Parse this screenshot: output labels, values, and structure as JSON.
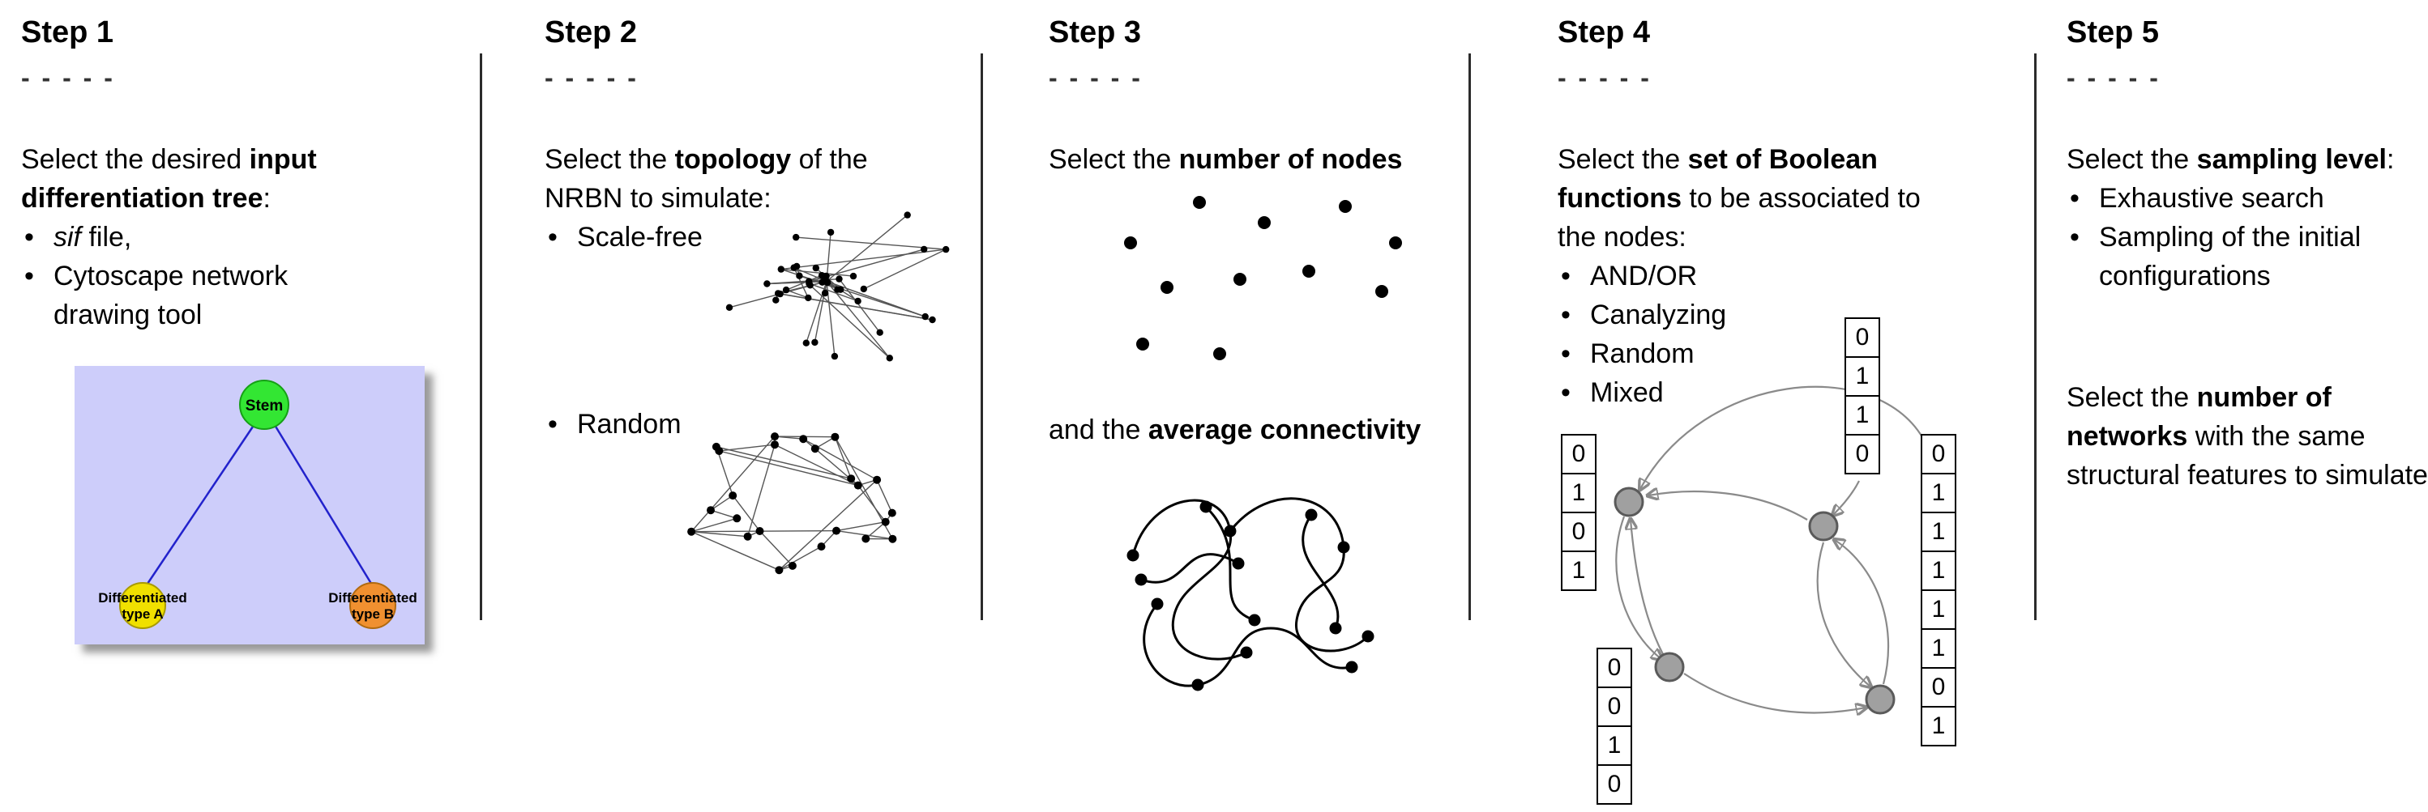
{
  "steps": [
    {
      "title": "Step 1",
      "dashes": "- - - - -",
      "intro": {
        "t1": "Select the desired ",
        "b1": "input",
        "b2": "differentiation tree",
        "t2": ":"
      },
      "bullets": [
        {
          "italic": "sif",
          "text": " file,"
        },
        {
          "line1": "Cytoscape network",
          "line2": "drawing tool"
        }
      ],
      "tree": {
        "background": "#cdcdfa",
        "edge_color": "#2222cc",
        "stem": {
          "label": "Stem",
          "color": "#33e633"
        },
        "type_a": {
          "label_line1": "Differentiated",
          "label_line2": "type A",
          "color": "#f0e000"
        },
        "type_b": {
          "label_line1": "Differentiated",
          "label_line2": "type B",
          "color": "#f09030"
        }
      }
    },
    {
      "title": "Step 2",
      "dashes": "- - - - -",
      "intro": {
        "t1": "Select the ",
        "b1": "topology",
        "t2": " of the",
        "t3": "NRBN to simulate:"
      },
      "bullets": [
        "Scale-free",
        "Random"
      ]
    },
    {
      "title": "Step 3",
      "dashes": "- - - - -",
      "intro": {
        "t1": "Select the ",
        "b1": "number of nodes"
      },
      "connectivity": {
        "t1": "and the ",
        "b1": "average connectivity"
      }
    },
    {
      "title": "Step 4",
      "dashes": "- - - - -",
      "intro": {
        "t1": "Select the ",
        "b1": "set of Boolean",
        "b2": "functions",
        "t2": " to be associated to",
        "t3": "the nodes:"
      },
      "bullets": [
        "AND/OR",
        "Canalyzing",
        "Random",
        "Mixed"
      ],
      "truth_tables": {
        "left": [
          "0",
          "1",
          "0",
          "1"
        ],
        "top": [
          "0",
          "1",
          "1",
          "0"
        ],
        "bottom": [
          "0",
          "0",
          "1",
          "0"
        ],
        "right": [
          "0",
          "1",
          "1",
          "1",
          "1",
          "1",
          "0",
          "1"
        ]
      }
    },
    {
      "title": "Step 5",
      "dashes": "- - - - -",
      "intro": {
        "t1": "Select the ",
        "b1": "sampling level",
        "t2": ":"
      },
      "bullets": [
        {
          "line1": "Exhaustive search",
          "line2": ""
        },
        {
          "line1": "Sampling of the initial",
          "line2": "configurations"
        }
      ],
      "networks": {
        "t1": "Select the ",
        "b1": "number of",
        "b2": "networks",
        "t2": " with the same",
        "t3": "structural features to simulate"
      }
    }
  ]
}
